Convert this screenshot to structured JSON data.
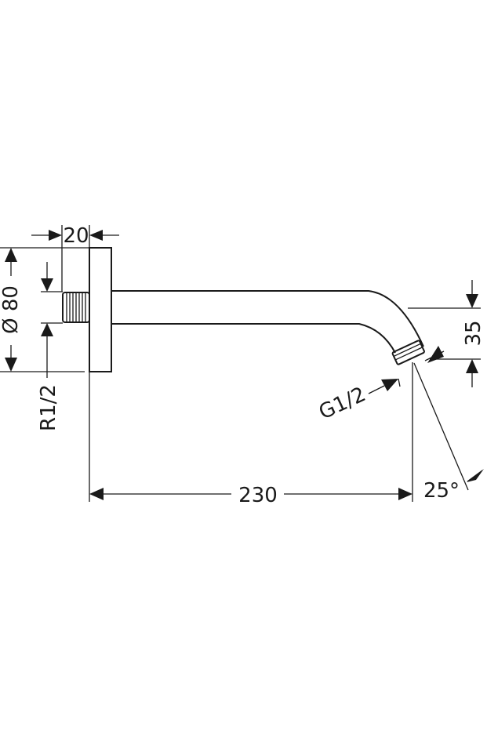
{
  "dimensions": {
    "flange_thickness": "20",
    "flange_diameter": "Ø 80",
    "inlet_thread": "R1/2",
    "arm_length": "230",
    "drop_height": "35",
    "outlet_thread": "G1/2",
    "outlet_angle": "25°"
  }
}
